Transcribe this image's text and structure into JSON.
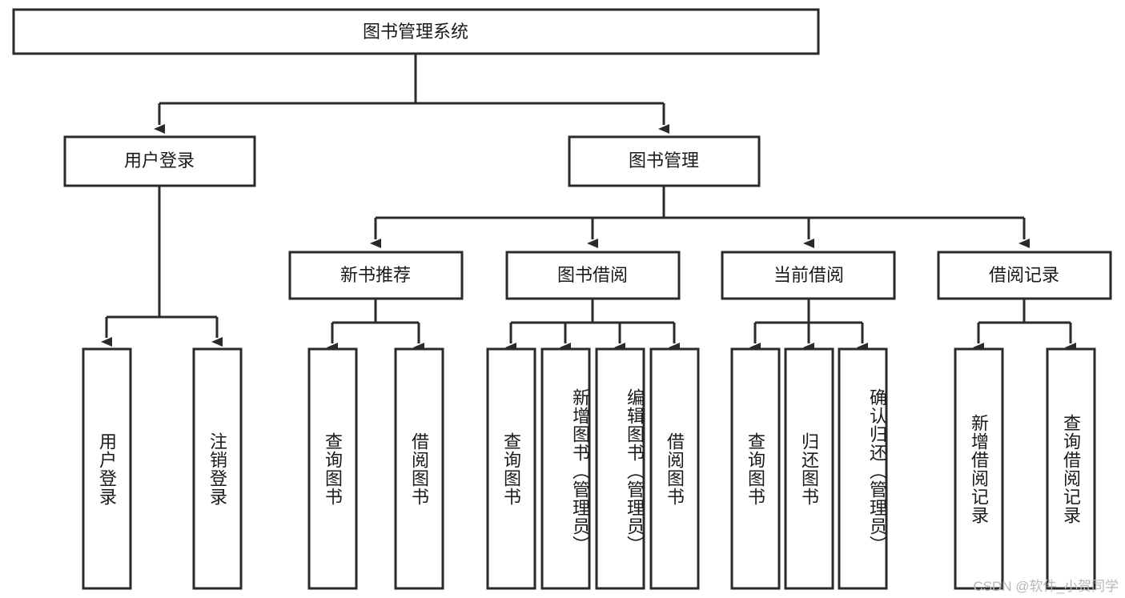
{
  "diagram": {
    "title": "图书管理系统",
    "type": "hierarchy-tree",
    "background_color": "#ffffff",
    "box_stroke_color": "#2a2a2a",
    "text_color": "#1a1a1a",
    "root": {
      "label": "图书管理系统"
    },
    "level2": [
      {
        "label": "用户登录"
      },
      {
        "label": "图书管理"
      }
    ],
    "level3": [
      {
        "label": "新书推荐"
      },
      {
        "label": "图书借阅"
      },
      {
        "label": "当前借阅"
      },
      {
        "label": "借阅记录"
      }
    ],
    "leaves": {
      "user_login": [
        {
          "label": "用户登录"
        },
        {
          "label": "注销登录"
        }
      ],
      "new_book_recommend": [
        {
          "label": "查询图书"
        },
        {
          "label": "借阅图书"
        }
      ],
      "book_borrow": [
        {
          "label": "查询图书"
        },
        {
          "label": "新增图书（管理员）"
        },
        {
          "label": "编辑图书（管理员）"
        },
        {
          "label": "借阅图书"
        }
      ],
      "current_borrow": [
        {
          "label": "查询图书"
        },
        {
          "label": "归还图书"
        },
        {
          "label": "确认归还（管理员）"
        }
      ],
      "borrow_record": [
        {
          "label": "新增借阅记录"
        },
        {
          "label": "查询借阅记录"
        }
      ]
    }
  },
  "watermark": {
    "text": "CSDN @软件_小贺同学"
  }
}
